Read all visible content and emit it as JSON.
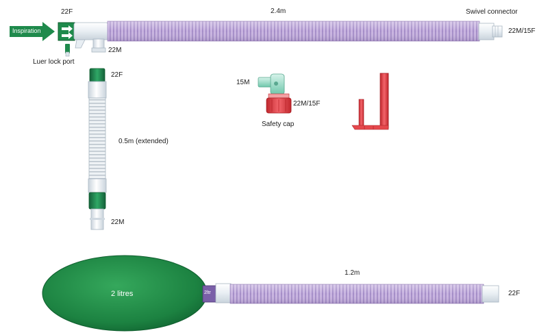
{
  "colors": {
    "tube_purple": "#bca6d8",
    "tube_rib": "#9c84c2",
    "connector_white": "#eef3f7",
    "green": "#1f8a4c",
    "bag_green": "#1e8a45",
    "cap_red": "#e5484d",
    "teal": "#8fd6c0"
  },
  "labels": {
    "inspiration": "Inspiration",
    "top_connector_size": "22F",
    "top_tube_length": "2.4m",
    "swivel_connector": "Swivel connector",
    "swivel_size": "22M/15F",
    "luer_lock_port": "Luer lock port",
    "top_port_size": "22M",
    "limb_top_size": "22F",
    "limb_length": "0.5m (extended)",
    "limb_bottom_size": "22M",
    "elbow_size": "15M",
    "cap_size": "22M/15F",
    "safety_cap": "Safety cap",
    "bag_volume": "2 litres",
    "bag_neck_mark": "2ltr",
    "bottom_tube_length": "1.2m",
    "bottom_tube_end": "22F"
  }
}
